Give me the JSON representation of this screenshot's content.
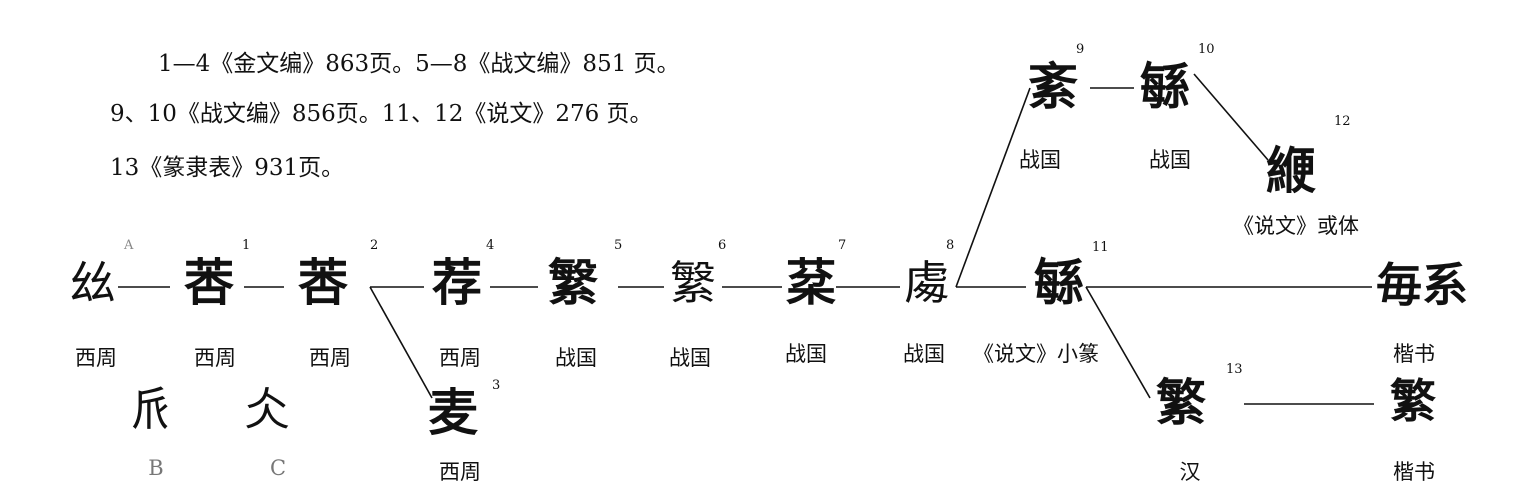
{
  "sources": [
    "1—4《金文编》863页。5—8《战文编》851 页。",
    "9、10《战文编》856页。11、12《说文》276 页。",
    "13《篆隶表》931页。"
  ],
  "nodes": {
    "A": {
      "glyph": "𢆶",
      "number": "A",
      "label": "西周"
    },
    "n1": {
      "glyph": "莕",
      "number": "1",
      "label": "西周"
    },
    "n2": {
      "glyph": "莕",
      "number": "2",
      "label": "西周"
    },
    "n3": {
      "glyph": "麦",
      "number": "3",
      "label": "西周"
    },
    "n4": {
      "glyph": "荐",
      "number": "4",
      "label": "西周"
    },
    "n5": {
      "glyph": "䌓",
      "number": "5",
      "label": "战国"
    },
    "n6": {
      "glyph": "䌓",
      "number": "6",
      "label": "战国"
    },
    "n7": {
      "glyph": "棻",
      "number": "7",
      "label": "战国"
    },
    "n8": {
      "glyph": "䖏",
      "number": "8",
      "label": "战国"
    },
    "n9": {
      "glyph": "紊",
      "number": "9",
      "label": "战国"
    },
    "n10": {
      "glyph": "緐",
      "number": "10",
      "label": "战国"
    },
    "n11": {
      "glyph": "緐",
      "number": "11",
      "label": "《说文》小篆"
    },
    "n12": {
      "glyph": "緶",
      "number": "12",
      "label": "《说文》或体"
    },
    "n13": {
      "glyph": "繁",
      "number": "13",
      "label": "汉"
    },
    "k1": {
      "glyph": "毎系",
      "label": "楷书"
    },
    "k2": {
      "glyph": "繁",
      "label": "楷书"
    }
  },
  "components": {
    "B": {
      "glyph": "𠂢",
      "letter": "B"
    },
    "C": {
      "glyph": "仌",
      "letter": "C"
    }
  }
}
